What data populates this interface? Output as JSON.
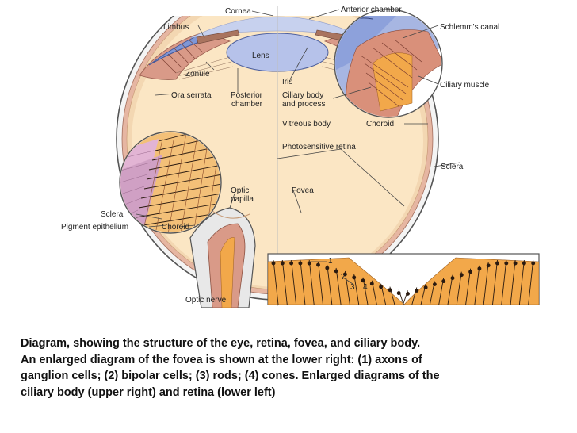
{
  "colors": {
    "cornea": "#8aa0d8",
    "anterior_chamber": "#c9d2ee",
    "lens": "#b8c3ea",
    "vitreous": "#fbe6c4",
    "choroid": "#e8b4a0",
    "sclera": "#f0f0f0",
    "retina_cells": "#f2a84a",
    "pigment": "#d9a0c8"
  },
  "labels": {
    "cornea": "Cornea",
    "anterior_chamber": "Anterior chamber",
    "limbus": "Limbus",
    "schlemms_canal": "Schlemm's canal",
    "lens": "Lens",
    "zonule": "Zonule",
    "iris": "Iris",
    "ciliary_muscle": "Ciliary muscle",
    "ora_serrata": "Ora serrata",
    "posterior_chamber_1": "Posterior",
    "posterior_chamber_2": "chamber",
    "ciliary_body_1": "Ciliary body",
    "ciliary_body_2": "and process",
    "vitreous_body": "Vitreous body",
    "choroid_main": "Choroid",
    "photosensitive_retina": "Photosensitive retina",
    "sclera_main": "Sclera",
    "optic_papilla_1": "Optic",
    "optic_papilla_2": "papilla",
    "fovea": "Fovea",
    "sclera_inset": "Sclera",
    "pigment_epithelium": "Pigment epithelium",
    "choroid_inset": "Choroid",
    "optic_nerve": "Optic nerve"
  },
  "fovea_numbers": {
    "n1": "1",
    "n2": "?",
    "n3": "3",
    "n4": "4"
  },
  "caption": {
    "line1": "Diagram, showing the structure of the eye, retina, fovea, and ciliary body.",
    "line2": "An enlarged diagram of the fovea is shown at the lower right: (1) axons of",
    "line3": "ganglion cells; (2) bipolar cells; (3) rods; (4) cones. Enlarged diagrams of the",
    "line4": "ciliary body (upper right) and retina (lower left)"
  }
}
